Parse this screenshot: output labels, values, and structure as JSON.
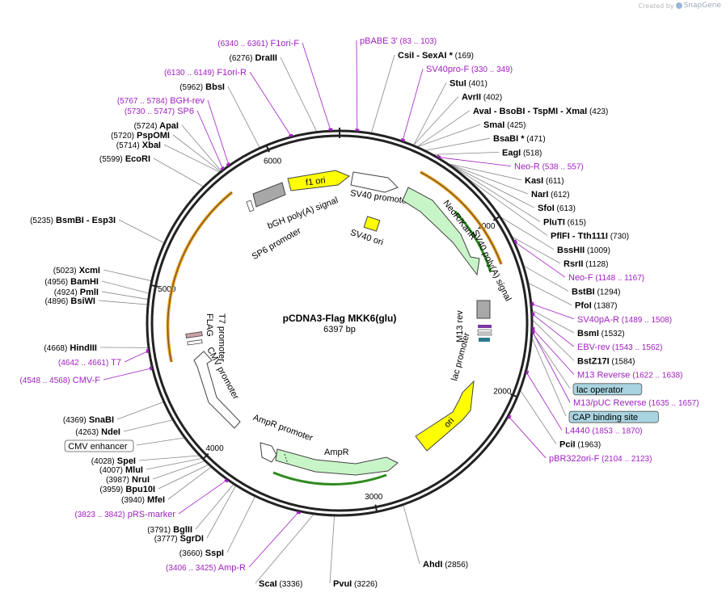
{
  "credit": {
    "created_by": "Created by",
    "brand": "SnapGene"
  },
  "plasmid": {
    "name": "pCDNA3-Flag MKK6(glu)",
    "length_label": "6397 bp",
    "length": 6397
  },
  "colors": {
    "primer": "#a020c0",
    "ori": "#ffff00",
    "neo": "#c8f5c8",
    "amp": "#c8f5c8",
    "orange_arc": "#f5a623",
    "green_arc": "#2e8b1e",
    "lac_box": "#a8d4e0"
  },
  "ticks": [
    {
      "label": "1000",
      "bp": 1000
    },
    {
      "label": "2000",
      "bp": 2000
    },
    {
      "label": "3000",
      "bp": 3000
    },
    {
      "label": "4000",
      "bp": 4000
    },
    {
      "label": "5000",
      "bp": 5000
    },
    {
      "label": "6000",
      "bp": 6000
    }
  ],
  "right_labels": [
    {
      "kind": "site",
      "name": "CsiI",
      "extra": " - SexAI *",
      "pos": "(169)",
      "bp": 169
    },
    {
      "kind": "primer",
      "name": "SV40pro-F",
      "pos": "(330 .. 349)",
      "bp": 339
    },
    {
      "kind": "site",
      "name": "StuI",
      "pos": "(401)",
      "bp": 401
    },
    {
      "kind": "site",
      "name": "AvrII",
      "pos": "(402)",
      "bp": 402
    },
    {
      "kind": "site",
      "name": "AvaI",
      "extra": " - BsoBI  - TspMI  - XmaI",
      "pos": "(423)",
      "bp": 423
    },
    {
      "kind": "site",
      "name": "SmaI",
      "pos": "(425)",
      "bp": 425
    },
    {
      "kind": "site",
      "name": "BsaBI *",
      "pos": "(471)",
      "bp": 471
    },
    {
      "kind": "site",
      "name": "EagI",
      "pos": "(518)",
      "bp": 518
    },
    {
      "kind": "primer",
      "name": "Neo-R",
      "pos": "(538 .. 557)",
      "bp": 547
    },
    {
      "kind": "site",
      "name": "KasI",
      "pos": "(611)",
      "bp": 611
    },
    {
      "kind": "site",
      "name": "NarI",
      "pos": "(612)",
      "bp": 612
    },
    {
      "kind": "site",
      "name": "SfoI",
      "pos": "(613)",
      "bp": 613
    },
    {
      "kind": "site",
      "name": "PluTI",
      "pos": "(615)",
      "bp": 615
    },
    {
      "kind": "site",
      "name": "PflFI",
      "extra": " - Tth111I",
      "pos": "(730)",
      "bp": 730
    },
    {
      "kind": "site",
      "name": "BssHII",
      "pos": "(1009)",
      "bp": 1009
    },
    {
      "kind": "site",
      "name": "RsrII",
      "pos": "(1128)",
      "bp": 1128
    },
    {
      "kind": "primer",
      "name": "Neo-F",
      "pos": "(1148 .. 1167)",
      "bp": 1157
    },
    {
      "kind": "site",
      "name": "BstBI",
      "pos": "(1294)",
      "bp": 1294
    },
    {
      "kind": "site",
      "name": "PfoI",
      "pos": "(1387)",
      "bp": 1387
    },
    {
      "kind": "primer",
      "name": "SV40pA-R",
      "pos": "(1489 .. 1508)",
      "bp": 1498
    },
    {
      "kind": "site",
      "name": "BsmI",
      "pos": "(1532)",
      "bp": 1532
    },
    {
      "kind": "primer",
      "name": "EBV-rev",
      "pos": "(1543 .. 1562)",
      "bp": 1552
    },
    {
      "kind": "site",
      "name": "BstZ17I",
      "pos": "(1584)",
      "bp": 1584
    },
    {
      "kind": "primer",
      "name": "M13 Reverse",
      "pos": "(1622 .. 1638)",
      "bp": 1630
    },
    {
      "kind": "box",
      "name": "lac operator",
      "bp": 1650
    },
    {
      "kind": "primer",
      "name": "M13/pUC Reverse",
      "pos": "(1635 .. 1657)",
      "bp": 1646
    },
    {
      "kind": "box",
      "name": "CAP binding site",
      "bp": 1680
    },
    {
      "kind": "primer",
      "name": "L4440",
      "pos": "(1853 .. 1870)",
      "bp": 1861
    },
    {
      "kind": "site",
      "name": "PciI",
      "pos": "(1963)",
      "bp": 1963
    },
    {
      "kind": "primer",
      "name": "pBR322ori-F",
      "pos": "(2104 .. 2123)",
      "bp": 2113
    }
  ],
  "bottom_labels": [
    {
      "kind": "site",
      "name": "AhdI",
      "pos": "(2856)",
      "bp": 2856
    },
    {
      "kind": "site",
      "name": "PvuI",
      "pos": "(3226)",
      "bp": 3226
    },
    {
      "kind": "site",
      "name": "ScaI",
      "pos": "(3336)",
      "bp": 3336
    }
  ],
  "left_labels": [
    {
      "kind": "primer",
      "name": "Amp-R",
      "pos": "(3406 .. 3425)",
      "bp": 3415
    },
    {
      "kind": "site",
      "name": "SspI",
      "pos": "(3660)",
      "bp": 3660
    },
    {
      "kind": "site",
      "name": "SgrDI",
      "pos": "(3777)",
      "bp": 3777
    },
    {
      "kind": "site",
      "name": "BglII",
      "pos": "(3791)",
      "bp": 3791
    },
    {
      "kind": "primer",
      "name": "pRS-marker",
      "pos": "(3823 .. 3842)",
      "bp": 3832
    },
    {
      "kind": "site",
      "name": "MfeI",
      "pos": "(3940)",
      "bp": 3940
    },
    {
      "kind": "site",
      "name": "Bpu10I",
      "pos": "(3959)",
      "bp": 3959
    },
    {
      "kind": "site",
      "name": "NruI",
      "pos": "(3987)",
      "bp": 3987
    },
    {
      "kind": "site",
      "name": "MluI",
      "pos": "(4007)",
      "bp": 4007
    },
    {
      "kind": "site",
      "name": "SpeI",
      "pos": "(4028)",
      "bp": 4028
    },
    {
      "kind": "box",
      "name": "CMV enhancer",
      "bp": 4150
    },
    {
      "kind": "site",
      "name": "NdeI",
      "pos": "(4263)",
      "bp": 4263
    },
    {
      "kind": "site",
      "name": "SnaBI",
      "pos": "(4369)",
      "bp": 4369
    },
    {
      "kind": "primer",
      "name": "CMV-F",
      "pos": "(4548 .. 4568)",
      "bp": 4558
    },
    {
      "kind": "primer",
      "name": "T7",
      "pos": "(4642 .. 4661)",
      "bp": 4651
    },
    {
      "kind": "site",
      "name": "HindIII",
      "pos": "(4668)",
      "bp": 4668
    },
    {
      "kind": "site",
      "name": "BsiWI",
      "pos": "(4896)",
      "bp": 4896
    },
    {
      "kind": "site",
      "name": "PmlI",
      "pos": "(4924)",
      "bp": 4924
    },
    {
      "kind": "site",
      "name": "BamHI",
      "pos": "(4956)",
      "bp": 4956
    },
    {
      "kind": "site",
      "name": "XcmI",
      "pos": "(5023)",
      "bp": 5023
    },
    {
      "kind": "site",
      "name": "BsmBI",
      "extra": "  - Esp3I",
      "pos": "(5235)",
      "bp": 5235
    },
    {
      "kind": "site",
      "name": "EcoRI",
      "pos": "(5599)",
      "bp": 5599
    },
    {
      "kind": "site",
      "name": "XbaI",
      "pos": "(5714)",
      "bp": 5714
    },
    {
      "kind": "site",
      "name": "PspOMI",
      "pos": "(5720)",
      "bp": 5720
    },
    {
      "kind": "site",
      "name": "ApaI",
      "pos": "(5724)",
      "bp": 5724
    },
    {
      "kind": "primer",
      "name": "SP6",
      "pos": "(5730 .. 5747)",
      "bp": 5738
    },
    {
      "kind": "primer",
      "name": "BGH-rev",
      "pos": "(5767 .. 5784)",
      "bp": 5775
    },
    {
      "kind": "site",
      "name": "BbsI",
      "pos": "(5962)",
      "bp": 5962
    },
    {
      "kind": "primer",
      "name": "F1ori-R",
      "pos": "(6130 .. 6149)",
      "bp": 6139
    },
    {
      "kind": "site",
      "name": "DraIII",
      "pos": "(6276)",
      "bp": 6276
    },
    {
      "kind": "primer",
      "name": "F1ori-F",
      "pos": "(6340 .. 6361)",
      "bp": 6350
    }
  ],
  "top_labels": [
    {
      "kind": "primer",
      "name": "pBABE 3'",
      "pos": "(83 .. 103)",
      "bp": 93
    }
  ],
  "features": {
    "f1_ori": "f1 ori",
    "sv40_promoter": "SV40 promoter",
    "sv40_ori": "SV40 ori",
    "neo": "NeoR/KanR",
    "sv40_pa": "SV40 poly(A) signal",
    "m13_rev": "M13 rev",
    "lac_promoter": "lac promoter",
    "ori": "ori",
    "ampr_promoter": "AmpR promoter",
    "ampr": "AmpR",
    "cmv_promoter": "CMV promoter",
    "t7_promoter": "T7 promoter",
    "flag": "FLAG",
    "bgh": "bGH poly(A) signal",
    "sp6": "SP6 promoter"
  }
}
